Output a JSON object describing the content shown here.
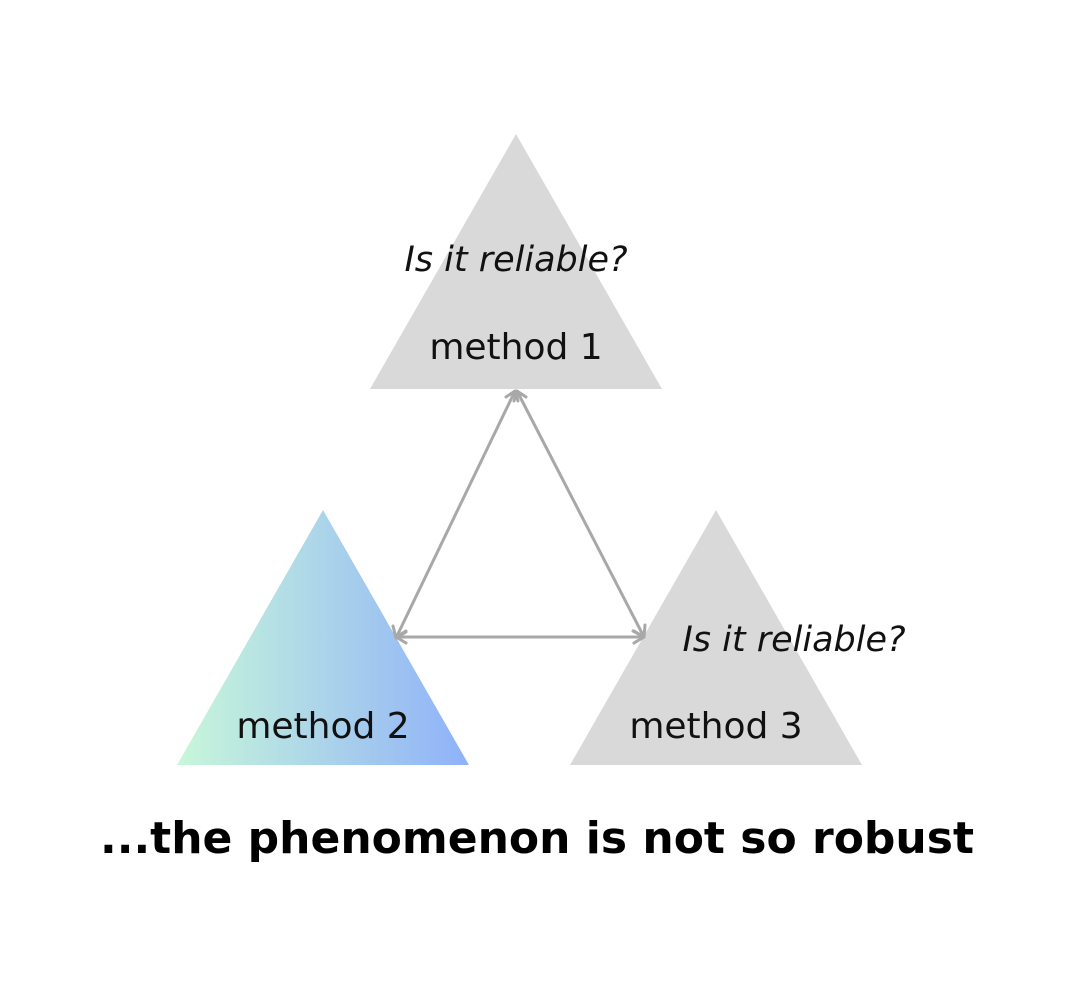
{
  "diagram": {
    "nodes": [
      {
        "id": "method1",
        "label": "method 1",
        "question": "Is it reliable?",
        "fill": "#d9d9d9"
      },
      {
        "id": "method2",
        "label": "method 2",
        "question": "",
        "gradient": [
          "#c8f7da",
          "#8fb1f9"
        ]
      },
      {
        "id": "method3",
        "label": "method 3",
        "question": "Is it reliable?",
        "fill": "#d9d9d9"
      }
    ],
    "edges": [
      {
        "from": "method1",
        "to": "method2",
        "bidirectional": true
      },
      {
        "from": "method1",
        "to": "method3",
        "bidirectional": true
      },
      {
        "from": "method2",
        "to": "method3",
        "bidirectional": true
      }
    ],
    "connector_color": "#a8a8a8",
    "caption": "...the phenomenon is not so robust"
  }
}
